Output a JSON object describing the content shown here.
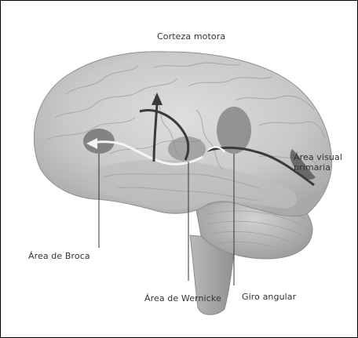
{
  "labels": {
    "motor_cortex": "Corteza motora",
    "visual_area": "Área visual primaria",
    "broca": "Área de Broca",
    "wernicke": "Área de Wernicke",
    "angular_gyrus": "Giro angular"
  }
}
